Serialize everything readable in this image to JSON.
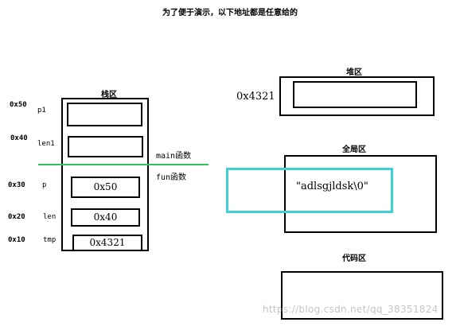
{
  "note": "为了便于演示，以下地址都是任意给的",
  "stack": {
    "label": "栈区",
    "main_scope": "main函数",
    "fun_scope": "fun函数",
    "rows": [
      {
        "address": "0x50",
        "name": "p1",
        "value": ""
      },
      {
        "address": "0x40",
        "name": "len1",
        "value": ""
      },
      {
        "address": "0x30",
        "name": "p",
        "value": "0x50"
      },
      {
        "address": "0x20",
        "name": "len",
        "value": "0x40"
      },
      {
        "address": "0x10",
        "name": "tmp",
        "value": "0x4321"
      }
    ]
  },
  "heap": {
    "label": "堆区",
    "address": "0x4321"
  },
  "global": {
    "label": "全局区",
    "content": "\"adlsgjldsk\\0\""
  },
  "code": {
    "label": "代码区"
  },
  "watermark": "https://blog.csdn.net/qq_38351824",
  "colors": {
    "divider": "#2fbf5b",
    "highlight": "#3fd0d6",
    "stroke": "#000000"
  }
}
